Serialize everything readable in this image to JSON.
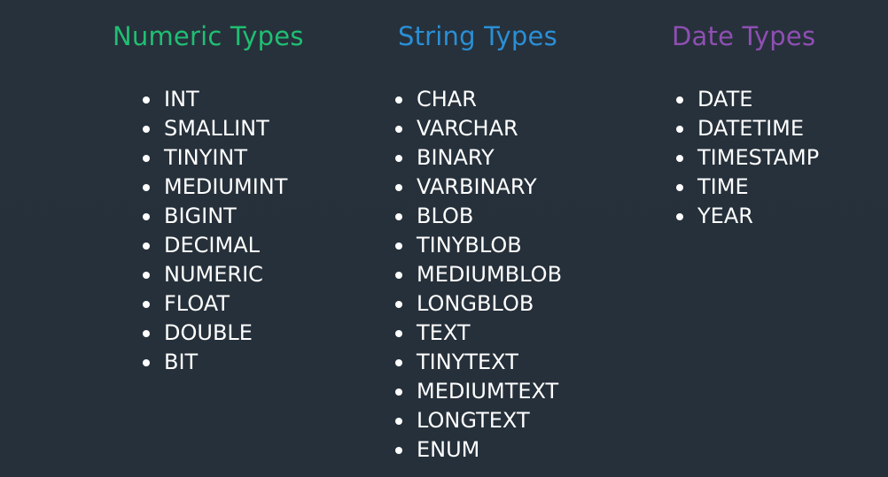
{
  "columns": {
    "numeric": {
      "title": "Numeric Types",
      "color": "#1fbf73",
      "items": [
        "INT",
        "SMALLINT",
        "TINYINT",
        "MEDIUMINT",
        "BIGINT",
        "DECIMAL",
        "NUMERIC",
        "FLOAT",
        "DOUBLE",
        "BIT"
      ]
    },
    "string": {
      "title": "String Types",
      "color": "#2a8fd6",
      "items": [
        "CHAR",
        "VARCHAR",
        "BINARY",
        "VARBINARY",
        "BLOB",
        "TINYBLOB",
        "MEDIUMBLOB",
        "LONGBLOB",
        "TEXT",
        "TINYTEXT",
        "MEDIUMTEXT",
        "LONGTEXT",
        "ENUM"
      ]
    },
    "date": {
      "title": "Date Types",
      "color": "#8f4fb3",
      "items": [
        "DATE",
        "DATETIME",
        "TIMESTAMP",
        "TIME",
        "YEAR"
      ]
    }
  }
}
